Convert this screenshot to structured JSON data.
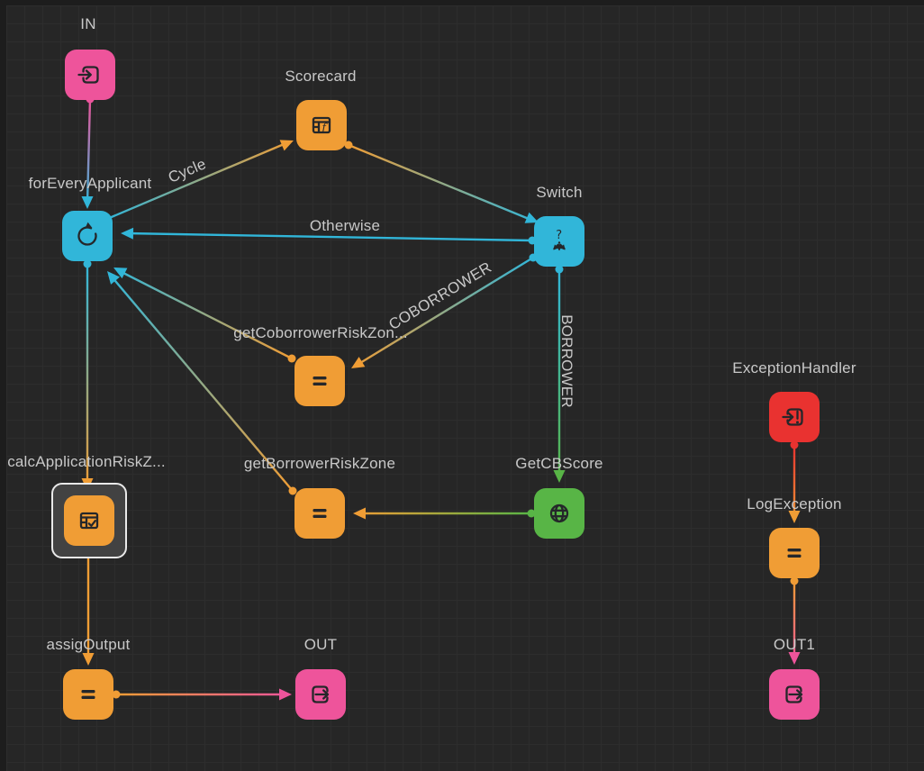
{
  "colors": {
    "pink": "#ee549b",
    "orange": "#f09d35",
    "cyan": "#31b6d9",
    "green": "#58b546",
    "red": "#e93230",
    "label_text": "#c8c8c8",
    "icon_stroke": "#25272a",
    "background": "#262626",
    "grid_line": "#2d2d2d",
    "strip": "#1d1d1d",
    "selection_fill": "#424242",
    "selection_border": "#e9e9e9"
  },
  "nodes": [
    {
      "id": "in",
      "label": "IN",
      "type": "start",
      "color": "pink",
      "icon": "enter-icon"
    },
    {
      "id": "scorecard",
      "label": "Scorecard",
      "type": "scorecard",
      "color": "orange",
      "icon": "decision-table-f-icon"
    },
    {
      "id": "forEveryApplicant",
      "label": "forEveryApplicant",
      "type": "loop",
      "color": "cyan",
      "icon": "loop-icon"
    },
    {
      "id": "switch",
      "label": "Switch",
      "type": "switch",
      "color": "cyan",
      "icon": "switch-icon"
    },
    {
      "id": "getCoborrowerRiskZone",
      "label": "getCoborrowerRiskZon...",
      "type": "map",
      "color": "orange",
      "icon": "assign-icon"
    },
    {
      "id": "exceptionHandler",
      "label": "ExceptionHandler",
      "type": "exception-start",
      "color": "red",
      "icon": "enter-exception-icon"
    },
    {
      "id": "calcApplicationRiskZone",
      "label": "calcApplicationRiskZ...",
      "type": "decision-table",
      "color": "orange",
      "icon": "decision-table-check-icon",
      "selected": true
    },
    {
      "id": "getBorrowerRiskZone",
      "label": "getBorrowerRiskZone",
      "type": "map",
      "color": "orange",
      "icon": "assign-icon"
    },
    {
      "id": "getCBScore",
      "label": "GetCBScore",
      "type": "service",
      "color": "green",
      "icon": "globe-icon"
    },
    {
      "id": "logException",
      "label": "LogException",
      "type": "map",
      "color": "orange",
      "icon": "assign-icon"
    },
    {
      "id": "assigOutput",
      "label": "assigOutput",
      "type": "map",
      "color": "orange",
      "icon": "assign-icon"
    },
    {
      "id": "out",
      "label": "OUT",
      "type": "end",
      "color": "pink",
      "icon": "exit-icon"
    },
    {
      "id": "out1",
      "label": "OUT1",
      "type": "end",
      "color": "pink",
      "icon": "exit-icon"
    }
  ],
  "edges": [
    {
      "from": "in",
      "to": "forEveryApplicant",
      "label": ""
    },
    {
      "from": "forEveryApplicant",
      "to": "scorecard",
      "label": "Cycle"
    },
    {
      "from": "scorecard",
      "to": "switch",
      "label": ""
    },
    {
      "from": "switch",
      "to": "forEveryApplicant",
      "label": "Otherwise"
    },
    {
      "from": "switch",
      "to": "getCoborrowerRiskZone",
      "label": "COBORROWER"
    },
    {
      "from": "getCoborrowerRiskZone",
      "to": "forEveryApplicant",
      "label": ""
    },
    {
      "from": "switch",
      "to": "getCBScore",
      "label": "BORROWER"
    },
    {
      "from": "getCBScore",
      "to": "getBorrowerRiskZone",
      "label": ""
    },
    {
      "from": "getBorrowerRiskZone",
      "to": "forEveryApplicant",
      "label": ""
    },
    {
      "from": "forEveryApplicant",
      "to": "calcApplicationRiskZone",
      "label": ""
    },
    {
      "from": "calcApplicationRiskZone",
      "to": "assigOutput",
      "label": ""
    },
    {
      "from": "assigOutput",
      "to": "out",
      "label": ""
    },
    {
      "from": "exceptionHandler",
      "to": "logException",
      "label": ""
    },
    {
      "from": "logException",
      "to": "out1",
      "label": ""
    }
  ]
}
